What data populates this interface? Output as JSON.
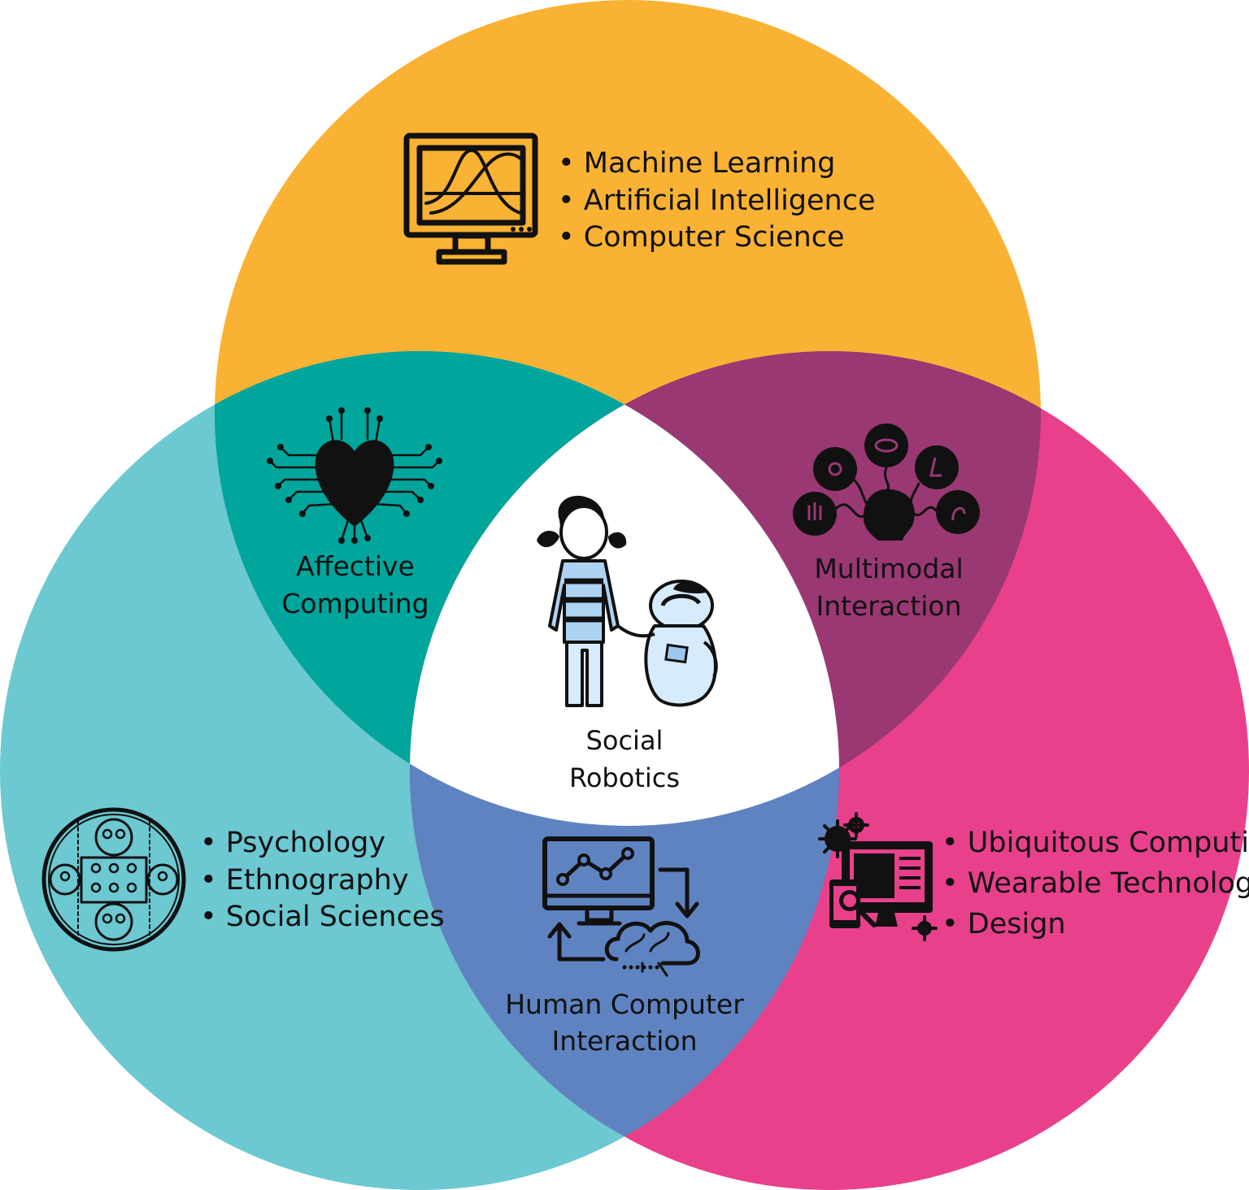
{
  "colors": {
    "top_circle": "#f9b233",
    "left_circle": "#6cc8d1",
    "right_circle": "#e8408b",
    "top_left_overlap": "#00a59c",
    "top_right_overlap": "#9a3873",
    "left_right_overlap": "#5e83c0",
    "center": "#ffffff"
  },
  "circles": {
    "top": {
      "icon": "monitor-chart-icon",
      "items": [
        "Machine Learning",
        "Artificial Intelligence",
        "Computer Science"
      ]
    },
    "left": {
      "icon": "people-group-icon",
      "items": [
        "Psychology",
        "Ethnography",
        "Social Sciences"
      ]
    },
    "right": {
      "icon": "devices-gears-icon",
      "items": [
        "Ubiquitous Computing",
        "Wearable Technologies",
        "Design"
      ]
    }
  },
  "overlaps": {
    "top_left": {
      "icon": "circuit-heart-icon",
      "line1": "Affective",
      "line2": "Computing"
    },
    "top_right": {
      "icon": "senses-brain-icon",
      "line1": "Multimodal",
      "line2": "Interaction"
    },
    "left_right": {
      "icon": "monitor-brain-cycle-icon",
      "line1": "Human Computer",
      "line2": "Interaction"
    }
  },
  "center": {
    "icon": "girl-and-robot-icon",
    "line1": "Social",
    "line2": "Robotics"
  }
}
